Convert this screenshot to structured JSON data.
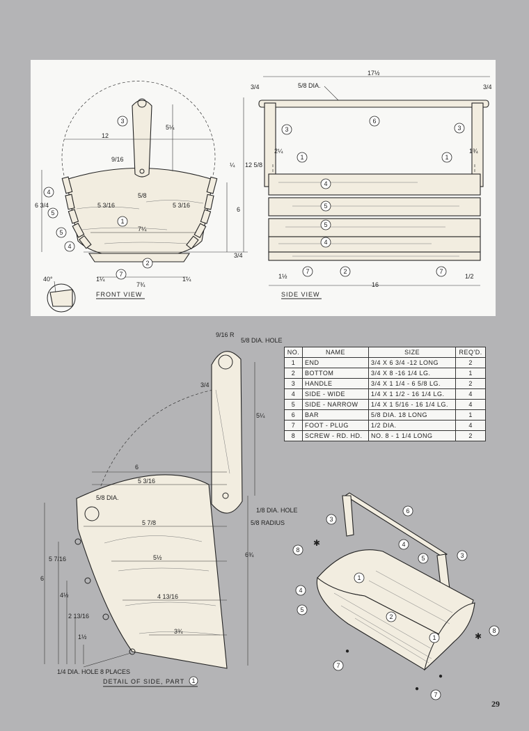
{
  "front_view": {
    "title": "FRONT VIEW",
    "dims": [
      "12",
      "5¼",
      "9/16",
      "¼",
      "5/8",
      "5 3/16",
      "5 3/16",
      "12 5/8",
      "6 3/4",
      "6",
      "7¼",
      "3/4",
      "1¼",
      "7¾",
      "1¼"
    ],
    "angle": "40°",
    "callouts": [
      "1",
      "2",
      "3",
      "4",
      "4",
      "5",
      "5",
      "7"
    ]
  },
  "side_view": {
    "title": "SIDE VIEW",
    "dims": [
      "17½",
      "3/4",
      "3/4",
      "2¼",
      "1¾",
      "1½",
      "1/2",
      "16"
    ],
    "bar_label": "5/8 DIA.",
    "callouts": [
      "1",
      "1",
      "2",
      "3",
      "3",
      "4",
      "4",
      "5",
      "5",
      "6",
      "7",
      "7"
    ]
  },
  "detail": {
    "title": "DETAIL OF SIDE, PART",
    "title_part": "1",
    "notes": {
      "top_hole_radius": "9/16 R",
      "top_hole": "5/8 DIA. HOLE",
      "corner_hole": "5/8 DIA.",
      "small_hole": "1/8 DIA. HOLE",
      "radius": "5/8 RADIUS",
      "holes": "1/4 DIA. HOLE 8 PLACES"
    },
    "dims": [
      "3/4",
      "5¼",
      "6",
      "5 3/16",
      "5 7/8",
      "5½",
      "4 13/16",
      "3¾",
      "6¾",
      "6",
      "5 7/16",
      "4½",
      "2 13/16",
      "1½"
    ]
  },
  "parts_table": {
    "headers": [
      "NO.",
      "NAME",
      "SIZE",
      "REQ'D."
    ],
    "rows": [
      [
        "1",
        "END",
        "3/4 X 6 3/4 -12 LONG",
        "2"
      ],
      [
        "2",
        "BOTTOM",
        "3/4 X 8 -16 1/4 LG.",
        "1"
      ],
      [
        "3",
        "HANDLE",
        "3/4 X 1 1/4 - 6 5/8 LG.",
        "2"
      ],
      [
        "4",
        "SIDE - WIDE",
        "1/4 X 1 1/2 - 16 1/4 LG.",
        "4"
      ],
      [
        "5",
        "SIDE - NARROW",
        "1/4 X 1 5/16 - 16 1/4 LG.",
        "4"
      ],
      [
        "6",
        "BAR",
        "5/8 DIA. 18 LONG",
        "1"
      ],
      [
        "7",
        "FOOT - PLUG",
        "1/2 DIA.",
        "4"
      ],
      [
        "8",
        "SCREW - RD. HD.",
        "NO. 8 - 1 1/4 LONG",
        "2"
      ]
    ]
  },
  "isometric": {
    "callouts": [
      "1",
      "1",
      "2",
      "3",
      "3",
      "4",
      "4",
      "5",
      "5",
      "6",
      "7",
      "7",
      "8",
      "8"
    ]
  },
  "page_number": "29"
}
